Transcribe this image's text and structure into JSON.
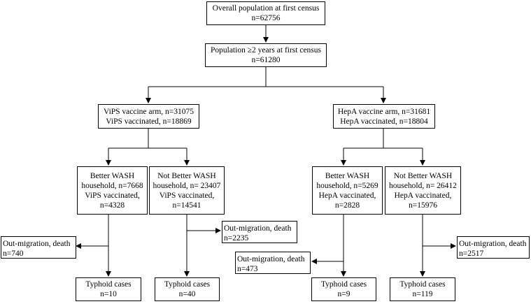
{
  "nodes": {
    "overall": "Overall population at first census\nn=62756",
    "age2": "Population ≥2 years at first census\nn=61280",
    "vips_arm": "ViPS vaccine arm, n=31075\nViPS vaccinated, n=18869",
    "hepa_arm": "HepA vaccine arm, n=31681\nHepA vaccinated, n=18804",
    "vips_better": "Better WASH\nhousehold, n=7668\nViPS vaccinated,\nn=4328",
    "vips_notbetter": "Not Better WASH\nhousehold, n= 23407\nViPS vaccinated,\nn=14541",
    "hepa_better": "Better WASH\nhousehold, n=5269\nHepA vaccinated,\nn=2828",
    "hepa_notbetter": "Not Better WASH\nhousehold, n= 26412\nHepA vaccinated,\nn=15976",
    "out1": "Out-migration, death\nn=740",
    "out2": "Out-migration, death\nn=2235",
    "out3": "Out-migration, death\nn=473",
    "out4": "Out-migration, death\nn=2517",
    "typ1": "Typhoid cases\nn=10",
    "typ2": "Typhoid cases\nn=40",
    "typ3": "Typhoid cases\nn=9",
    "typ4": "Typhoid cases\nn=119"
  }
}
